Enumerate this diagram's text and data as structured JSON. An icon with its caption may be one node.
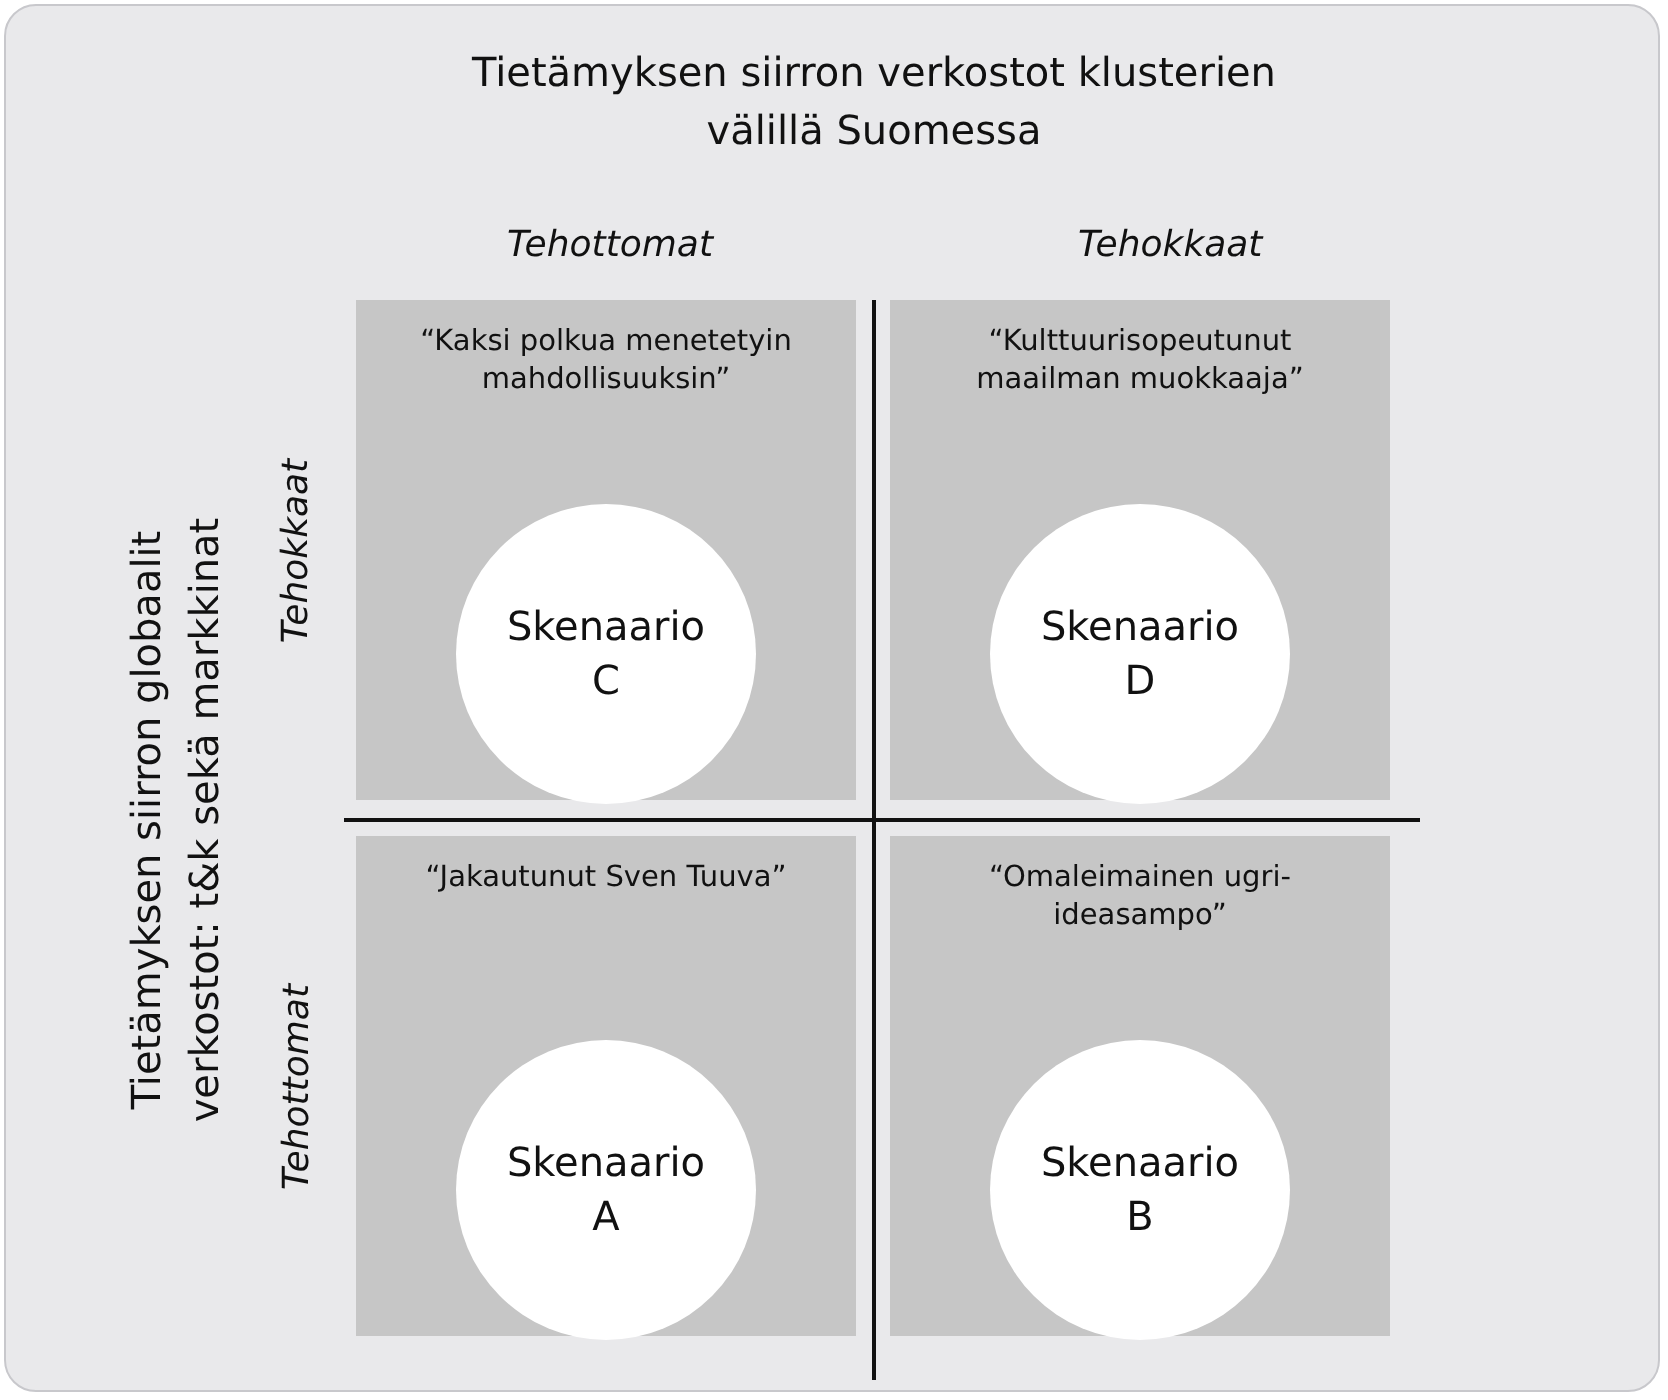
{
  "diagram": {
    "title": "Tietämyksen siirron verkostot klusterien välillä Suomessa",
    "nodes": [
      {
        "text": [
          "“Kaksi polkua menetetyin mahdollisuuksin”"
        ]
      },
      {
        "text": [
          "Skenaario C"
        ],
        "in": 0
      },
      {
        "text": [
          "“Kulttuurisopeutunut maailman muokkaaja”"
        ]
      },
      {
        "text": [
          "Skenaario D"
        ],
        "in": 2
      },
      {
        "text": [
          "“Jakautunut Sven Tuuva”"
        ]
      },
      {
        "text": [
          "Skenaario A"
        ],
        "in": 4
      },
      {
        "text": [
          "“Omaleimainen ugri-ideasampo”"
        ]
      },
      {
        "text": [
          "Skenaario B"
        ],
        "in": 6
      }
    ],
    "edges": [],
    "labels": [
      "Tehottomat",
      "Tehokkaat",
      "Tietämyksen siirron globaalit verkostot: t&k sekä markkinat",
      "Tehokkaat",
      "Tehottomat"
    ]
  }
}
